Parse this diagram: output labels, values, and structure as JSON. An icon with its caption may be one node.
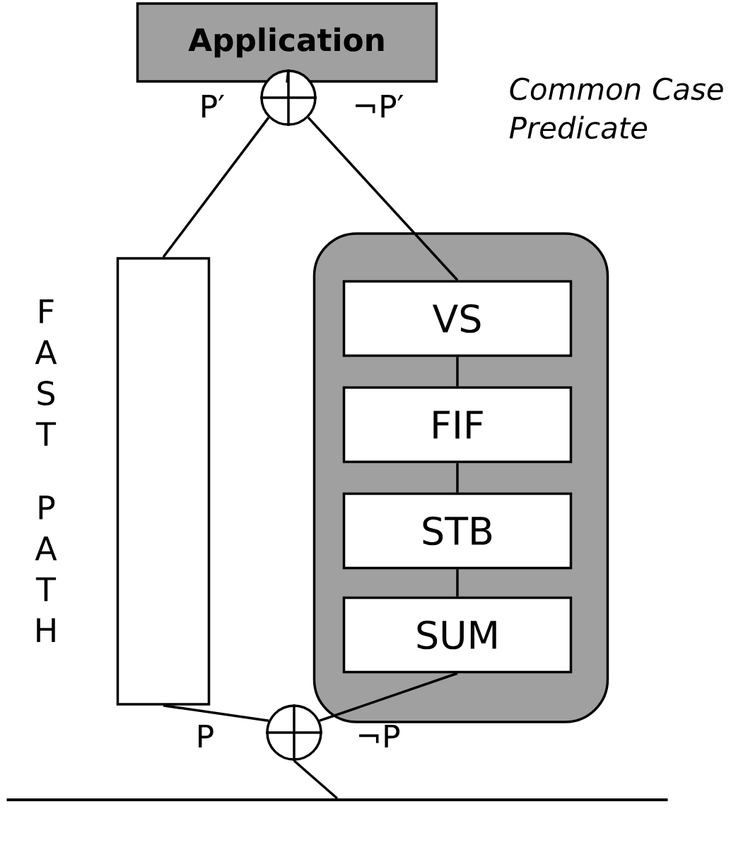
{
  "diagram": {
    "nodes": [
      {
        "text": [
          "Application"
        ]
      },
      {
        "text": [],
        "shape": "circle"
      },
      {
        "text": [],
        "shape": "box",
        "beside": [
          "FAST PATH"
        ]
      },
      {
        "text": [],
        "shape": "box"
      },
      {
        "text": [
          "VS"
        ],
        "in": 3
      },
      {
        "text": [
          "FIF"
        ],
        "in": 3
      },
      {
        "text": [
          "STB"
        ],
        "in": 3
      },
      {
        "text": [
          "SUM"
        ],
        "in": 3
      },
      {
        "text": [],
        "shape": "circle"
      },
      {
        "text": [],
        "shape": "bar"
      }
    ],
    "edges": [
      {
        "from": 0,
        "to": 1,
        "arrow": "none"
      },
      {
        "from": 1,
        "to": 2,
        "arrow": "none"
      },
      {
        "from": 1,
        "to": 4,
        "arrow": "none"
      },
      {
        "from": 4,
        "to": 5,
        "arrow": "none"
      },
      {
        "from": 5,
        "to": 6,
        "arrow": "none"
      },
      {
        "from": 6,
        "to": 7,
        "arrow": "none"
      },
      {
        "from": 2,
        "to": 8,
        "arrow": "none"
      },
      {
        "from": 7,
        "to": 8,
        "arrow": "none"
      },
      {
        "from": 8,
        "to": 9,
        "arrow": "none"
      }
    ],
    "labels": [
      "P′",
      "¬P′",
      "Common Case Predicate",
      "P",
      "¬P"
    ]
  }
}
